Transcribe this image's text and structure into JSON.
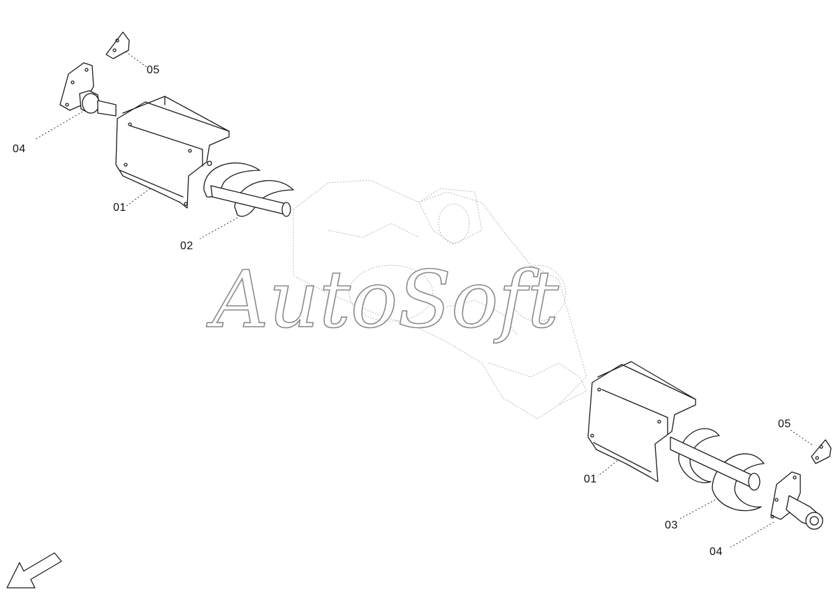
{
  "diagram": {
    "callouts": [
      {
        "id": "c05-top",
        "text": "05"
      },
      {
        "id": "c04-top",
        "text": "04"
      },
      {
        "id": "c01-top",
        "text": "01"
      },
      {
        "id": "c02-top",
        "text": "02"
      },
      {
        "id": "c05-bottom",
        "text": "05"
      },
      {
        "id": "c01-bottom",
        "text": "01"
      },
      {
        "id": "c03-bottom",
        "text": "03"
      },
      {
        "id": "c04-bottom",
        "text": "04"
      }
    ],
    "watermark": "AutoSoft",
    "colors": {
      "line": "#1a1a1a",
      "ghost": "#b9b9b9",
      "watermark_outline": "#8a8a8a",
      "background": "#ffffff"
    },
    "icons": [
      "direction-arrow-icon"
    ]
  }
}
